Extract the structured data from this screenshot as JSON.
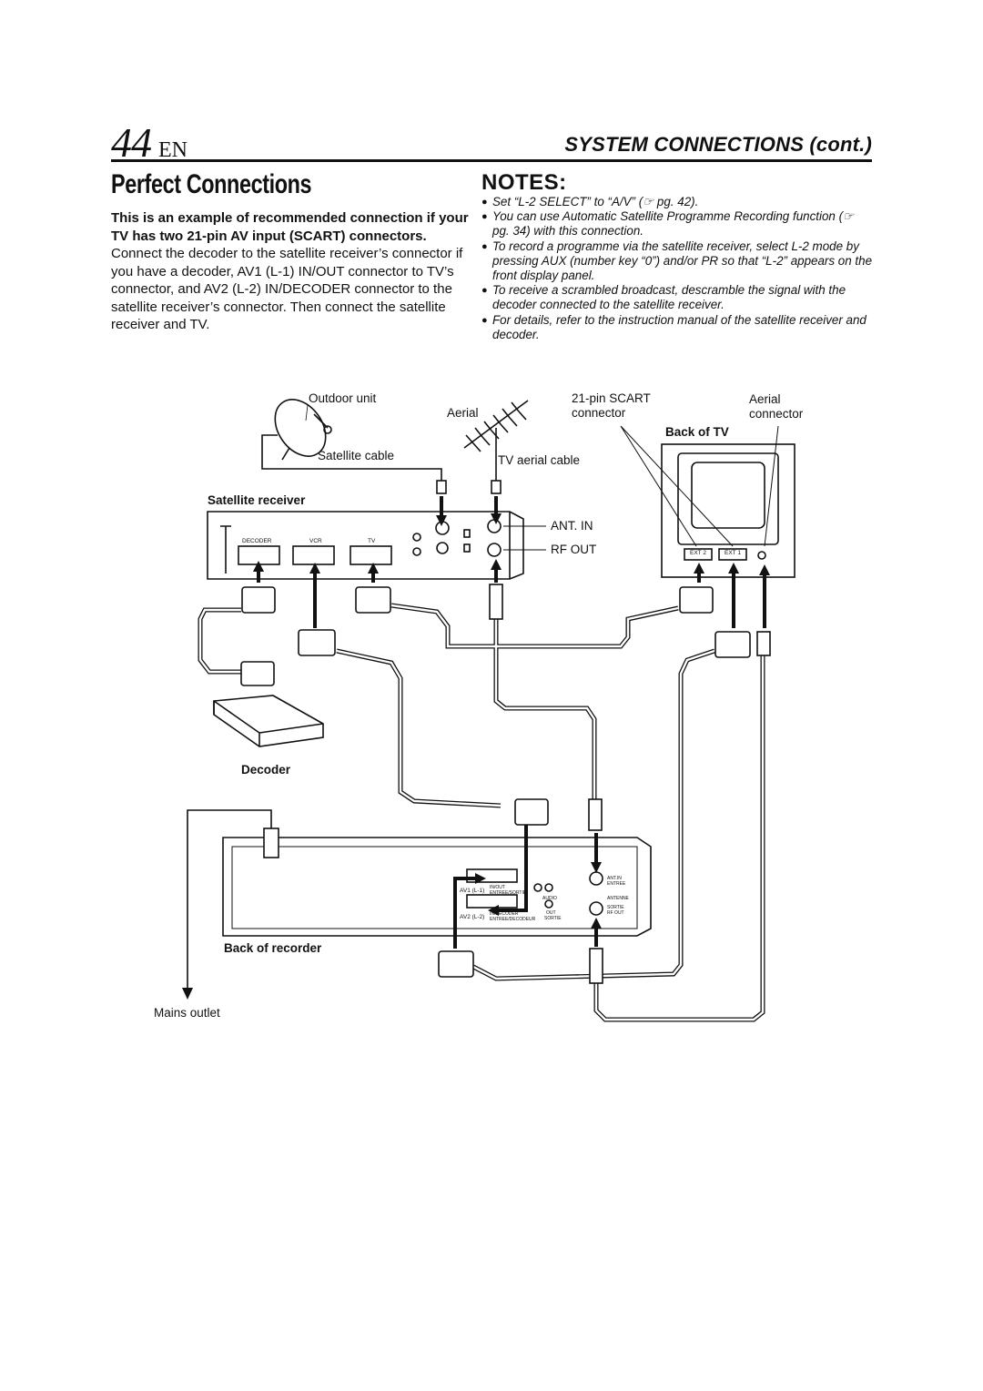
{
  "header": {
    "page_number": "44",
    "language": "EN",
    "section": "SYSTEM CONNECTIONS (cont.)"
  },
  "title": "Perfect Connections",
  "intro": {
    "lead": "This is an example of recommended connection if your TV has two 21-pin AV input (SCART) connectors.",
    "body": "Connect the decoder to the satellite receiver’s connector if you have a decoder, AV1 (L-1) IN/OUT connector to TV’s connector, and AV2 (L-2) IN/DECODER connector to the satellite receiver’s connector. Then connect the satellite receiver and TV."
  },
  "notes": {
    "heading": "NOTES:",
    "items": [
      "Set “L-2 SELECT” to “A/V” (☞ pg. 42).",
      "You can use Automatic Satellite Programme Recording function (☞ pg. 34) with this connection.",
      "To record a programme via the satellite receiver, select L-2 mode by pressing AUX (number key “0”) and/or PR so that “L-2” appears on the front display panel.",
      "To receive a scrambled broadcast, descramble the signal with the decoder connected to the satellite receiver.",
      "For details, refer to the instruction manual of the satellite receiver and decoder."
    ]
  },
  "diagram": {
    "labels": {
      "outdoor_unit": "Outdoor unit",
      "aerial": "Aerial",
      "scart_line1": "21-pin SCART",
      "scart_line2": "connector",
      "aerial_conn_line1": "Aerial",
      "aerial_conn_line2": "connector",
      "back_of_tv": "Back of TV",
      "satellite_cable": "Satellite cable",
      "tv_aerial_cable": "TV aerial cable",
      "satellite_receiver": "Satellite receiver",
      "ant_in": "ANT. IN",
      "rf_out": "RF OUT",
      "decoder": "Decoder",
      "back_of_recorder": "Back of recorder",
      "mains_outlet": "Mains outlet"
    },
    "small_labels": {
      "rx_decoder": "DECODER",
      "rx_vcr": "VCR",
      "rx_tv": "TV",
      "tv_ext2": "EXT 2",
      "tv_ext1": "EXT 1",
      "rec_av1": "AV1 (L-1)",
      "rec_av1_sub1": "IN/OUT",
      "rec_av1_sub2": "ENTREE/SORTIE",
      "rec_av2": "AV2 (L-2)",
      "rec_av2_sub1": "IN/DECODER",
      "rec_av2_sub2": "ENTREE/DECODEUR",
      "rec_audio": "AUDIO",
      "rec_out": "OUT",
      "rec_sortie": "SORTIE",
      "rec_antin": "ANT.IN",
      "rec_entree": "ENTREE",
      "rec_antenne": "ANTENNE",
      "rec_sortie2": "SORTIE",
      "rec_rfout": "RF OUT"
    }
  }
}
